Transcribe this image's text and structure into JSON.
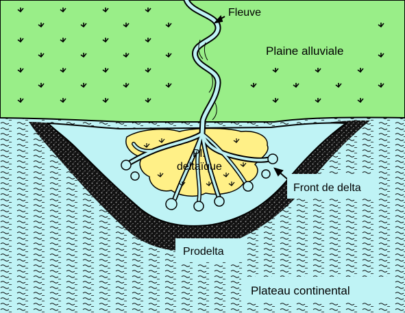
{
  "labels": {
    "river": "Fleuve",
    "alluvial_plain": "Plaine alluviale",
    "delta_plain_line1": "Pl.",
    "delta_plain_line2": "deltaïque",
    "delta_front": "Front de delta",
    "prodelta": "Prodelta",
    "continental_shelf": "Plateau continental"
  },
  "colors": {
    "plain": "#99ee88",
    "water": "#bff3f5",
    "delta_plain": "#fff087",
    "prodelta": "#111111",
    "wave_marks": "#000000",
    "tuft_marks": "#000000",
    "label_box": "#bff3f5"
  }
}
